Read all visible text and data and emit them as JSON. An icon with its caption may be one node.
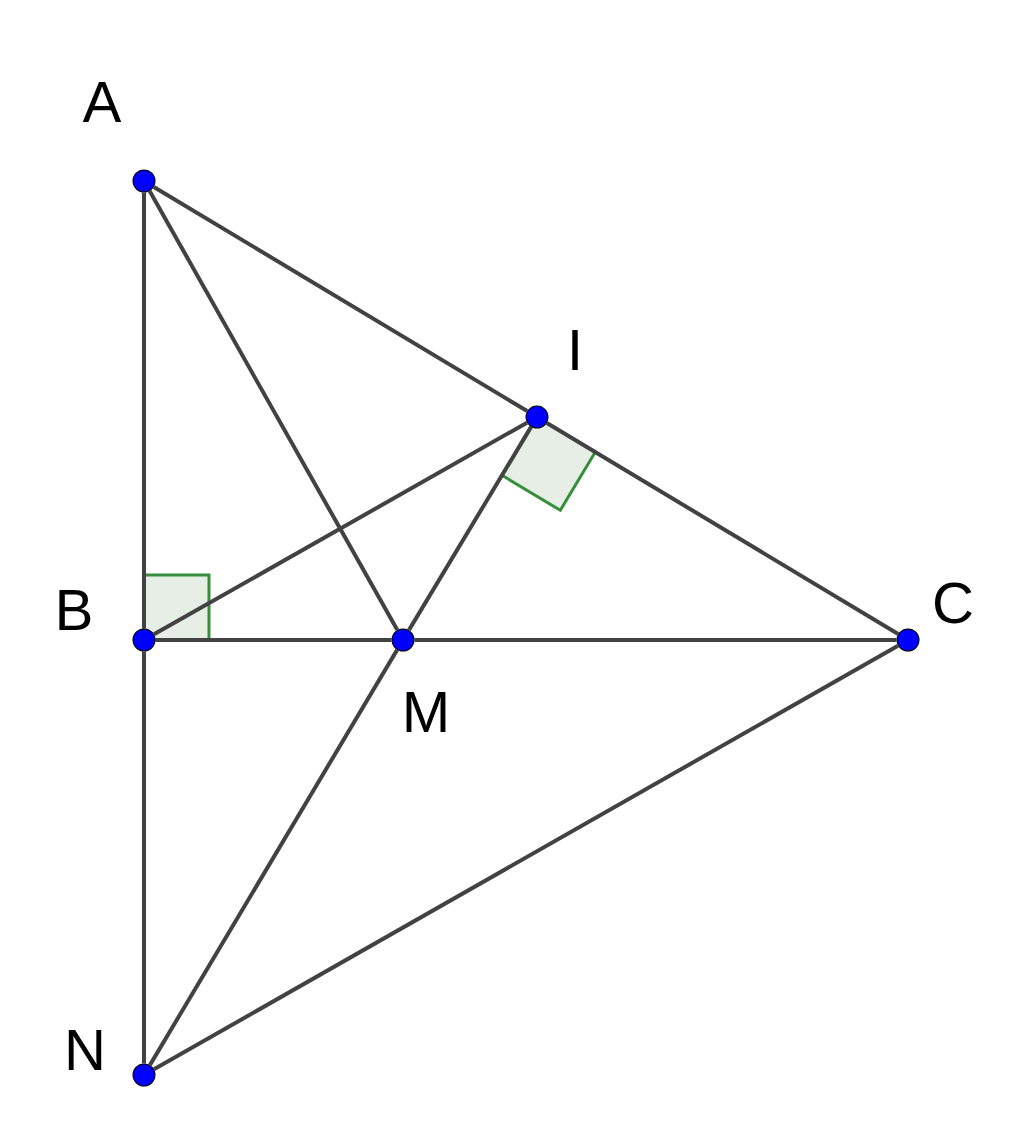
{
  "diagram": {
    "nodes": [
      {
        "text": [],
        "shape": "circle",
        "beside": [
          "A"
        ]
      },
      {
        "text": [],
        "shape": "circle",
        "beside": [
          "I"
        ]
      },
      {
        "text": [],
        "shape": "circle",
        "beside": [
          "B"
        ]
      },
      {
        "text": [],
        "shape": "circle",
        "beside": [
          "M"
        ]
      },
      {
        "text": [],
        "shape": "circle",
        "beside": [
          "C"
        ]
      },
      {
        "text": [],
        "shape": "circle",
        "beside": [
          "N"
        ]
      }
    ],
    "edges": [
      {
        "from": 0,
        "to": 2,
        "arrow": "none"
      },
      {
        "from": 0,
        "to": 3,
        "arrow": "none"
      },
      {
        "from": 0,
        "to": 1,
        "arrow": "none"
      },
      {
        "from": 1,
        "to": 4,
        "arrow": "none"
      },
      {
        "from": 2,
        "to": 1,
        "arrow": "none"
      },
      {
        "from": 1,
        "to": 3,
        "arrow": "none"
      },
      {
        "from": 2,
        "to": 3,
        "arrow": "none"
      },
      {
        "from": 3,
        "to": 4,
        "arrow": "none"
      },
      {
        "from": 2,
        "to": 5,
        "arrow": "none"
      },
      {
        "from": 3,
        "to": 5,
        "arrow": "none"
      },
      {
        "from": 5,
        "to": 4,
        "arrow": "none"
      }
    ]
  }
}
